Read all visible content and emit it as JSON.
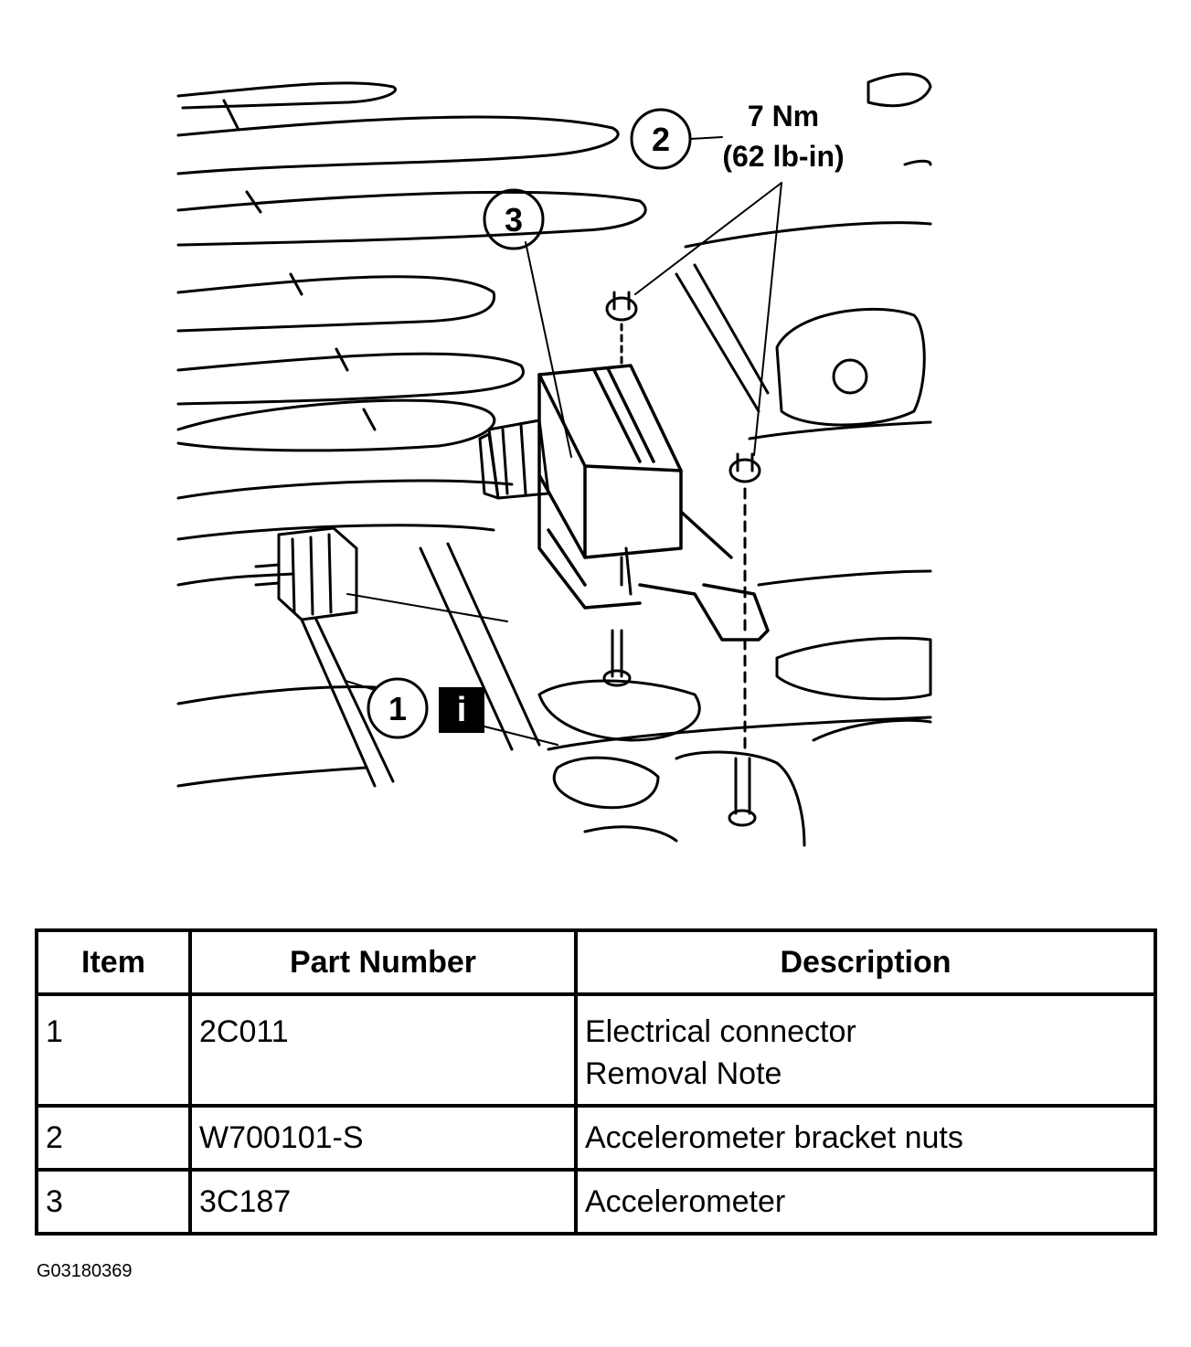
{
  "callouts": {
    "item1": "1",
    "item2": "2",
    "item3": "3",
    "info_marker": "i",
    "torque_nm": "7 Nm",
    "torque_lbin": "(62 lb-in)"
  },
  "table": {
    "headers": {
      "item": "Item",
      "part_number": "Part Number",
      "description": "Description"
    },
    "rows": [
      {
        "item": "1",
        "part_number": "2C011",
        "description": [
          "Electrical connector",
          "Removal Note"
        ]
      },
      {
        "item": "2",
        "part_number": "W700101-S",
        "description": [
          "Accelerometer bracket nuts"
        ]
      },
      {
        "item": "3",
        "part_number": "3C187",
        "description": [
          "Accelerometer"
        ]
      }
    ]
  },
  "figure_code": "G03180369"
}
